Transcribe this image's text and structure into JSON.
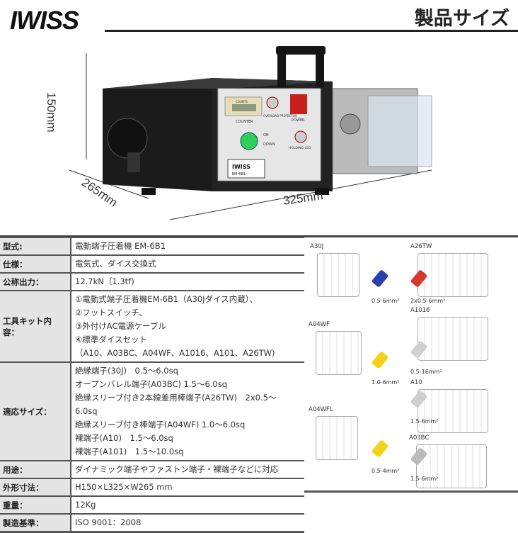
{
  "header": {
    "logo": "IWISS",
    "title": "製品サイズ"
  },
  "dimensions": {
    "height": "150mm",
    "width": "265mm",
    "length": "325mm"
  },
  "panel": {
    "counter_top": "COUNTS",
    "counter": "COUNTER",
    "overload": "OVERLOAD PROTECTOR",
    "power": "POWER",
    "on": "ON",
    "down": "DOWN",
    "holding": "HOLDING LED",
    "brand": "IWISS",
    "model": "EM-6B1"
  },
  "specs": [
    {
      "label": "型式:",
      "lines": [
        "電動端子圧着機 EM-6B1"
      ]
    },
    {
      "label": "仕様：",
      "lines": [
        "電気式、ダイス交換式"
      ]
    },
    {
      "label": "公称出力：",
      "lines": [
        "12.7kN（1.3tf)"
      ]
    },
    {
      "label": "工具キット内容：",
      "lines": [
        "①電動式端子圧着機EM-6B1（A30Jダイス内蔵）、",
        "②フットスイッチ、",
        "③外付けAC電源ケーブル",
        "④標準ダイスセット",
        "（A10、A03BC、A04WF、A1016、A101、A26TW)"
      ]
    },
    {
      "label": "適応サイズ：",
      "lines": [
        "絶縁端子(30J)　0.5〜6.0sq",
        "オープンバレル端子(A03BC) 1.5〜6.0sq",
        "絶縁スリーブ付き2本線差用棒端子(A26TW)　2x0.5〜",
        "6.0sq",
        "絶縁スリーブ付き棒端子(A04WF) 1.0〜6.0sq",
        "裸端子(A10)　1.5〜6.0sq",
        "裸端子(A101)　1.5〜10.0sq"
      ]
    },
    {
      "label": "用途：",
      "lines": [
        "ダイナミック端子やファストン端子・裸端子などに対応"
      ]
    },
    {
      "label": "外形寸法：",
      "lines": [
        "H150×L325×W265 mm"
      ]
    },
    {
      "label": "重量：",
      "lines": [
        "12Kg"
      ]
    },
    {
      "label": "製造基準：",
      "lines": [
        "ISO 9001：2008"
      ]
    }
  ],
  "dies": [
    {
      "name": "A30J",
      "size": "0.5-6mm²",
      "terminal_color": "#2a3fb0"
    },
    {
      "name": "A26TW",
      "size": "2x0.5-6mm²",
      "terminal_color": "#d8382c"
    },
    {
      "name": "A1016",
      "size": "0.5-16mm²",
      "terminal_color": "#cfcfcf"
    },
    {
      "name": "A04WF",
      "size": "1.0-6mm²",
      "terminal_color": "#f2d21a"
    },
    {
      "name": "A10",
      "size": "1.5-6mm²",
      "terminal_color": "#cfcfcf"
    },
    {
      "name": "A04WFL",
      "size": "0.5-4mm²",
      "terminal_color": "#f2d21a"
    },
    {
      "name": "A03BC",
      "size": "1.5-6mm²",
      "terminal_color": "#bbbbbb"
    }
  ]
}
